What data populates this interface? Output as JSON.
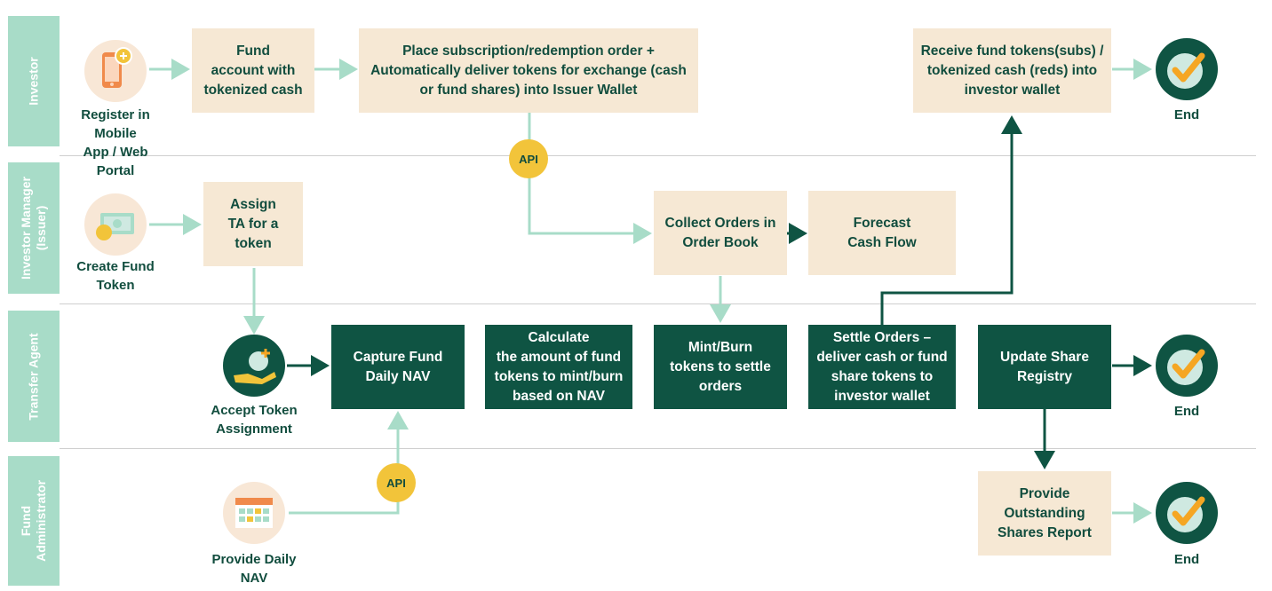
{
  "lanes": {
    "investor": "Investor",
    "investor_manager": "Investor Manager\n(Issuer)",
    "transfer_agent": "Transfer Agent",
    "fund_administrator": "Fund\nAdministrator"
  },
  "icons": {
    "register": {
      "label": "Register in Mobile\nApp / Web Portal",
      "icon": "mobile-phone-icon"
    },
    "create_token": {
      "label": "Create Fund\nToken",
      "icon": "banknote-coin-icon"
    },
    "accept_assignment": {
      "label": "Accept Token\nAssignment",
      "icon": "hand-coin-icon"
    },
    "provide_nav": {
      "label": "Provide Daily\nNAV",
      "icon": "calendar-icon"
    }
  },
  "boxes": {
    "fund_account": "Fund\naccount with\ntokenized cash",
    "place_order": "Place subscription/redemption order +\nAutomatically deliver tokens for exchange (cash\nor fund shares) into Issuer Wallet",
    "receive_tokens": "Receive fund tokens(subs) /\ntokenized cash (reds) into\ninvestor wallet",
    "assign_ta": "Assign\nTA for a\ntoken",
    "collect_orders": "Collect Orders in\nOrder Book",
    "forecast": "Forecast\nCash Flow",
    "capture_nav": "Capture Fund\nDaily NAV",
    "calculate": "Calculate\nthe amount of fund\ntokens to mint/burn\nbased on NAV",
    "mint_burn": "Mint/Burn\ntokens to settle\norders",
    "settle": "Settle Orders –\ndeliver cash or fund\nshare tokens to\ninvestor wallet",
    "update_registry": "Update Share\nRegistry",
    "provide_report": "Provide\nOutstanding\nShares Report"
  },
  "api_badges": [
    "API",
    "API"
  ],
  "end_labels": [
    "End",
    "End",
    "End"
  ],
  "colors": {
    "dark_green": "#0f5443",
    "mint": "#a8dcc8",
    "peach": "#f6e8d4",
    "gold": "#f2c43a",
    "check": "#f5a623"
  }
}
